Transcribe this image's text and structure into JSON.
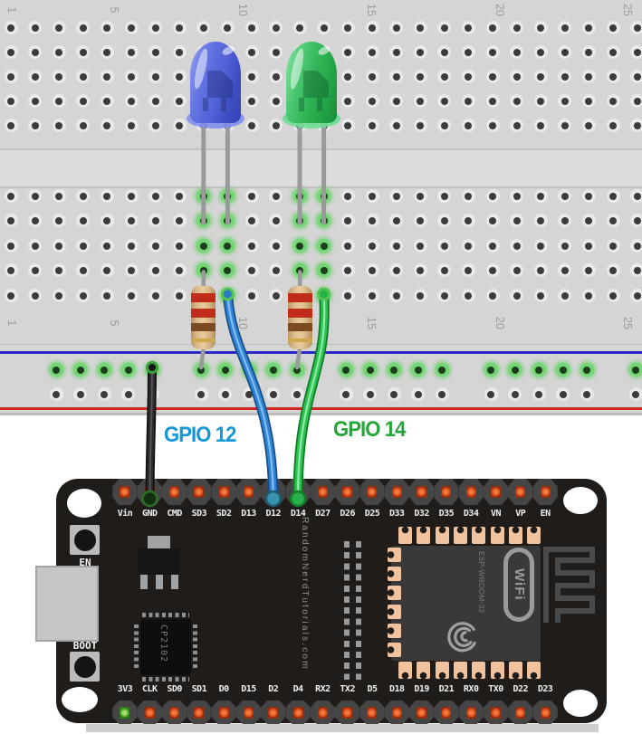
{
  "annotations": {
    "gpio12": {
      "text": "GPIO 12",
      "color": "#1598d8"
    },
    "gpio14": {
      "text": "GPIO 14",
      "color": "#27a53b"
    }
  },
  "breadboard": {
    "column_labels": [
      "1",
      "5",
      "10",
      "15",
      "20",
      "25"
    ],
    "rail_top_line_color": "#2a2ac8",
    "rail_bottom_line_color": "#d02525",
    "hole_highlight_color": "#74d574"
  },
  "esp32_board": {
    "top_pins": [
      "Vin",
      "GND",
      "CMD",
      "SD3",
      "SD2",
      "D13",
      "D12",
      "D14",
      "D27",
      "D26",
      "D25",
      "D33",
      "D32",
      "D35",
      "D34",
      "VN",
      "VP",
      "EN"
    ],
    "bottom_pins": [
      "3V3",
      "CLK",
      "SD0",
      "SD1",
      "D0",
      "D15",
      "D2",
      "D4",
      "RX2",
      "TX2",
      "D5",
      "D18",
      "D19",
      "D21",
      "RX0",
      "TX0",
      "D22",
      "D23"
    ],
    "en_button": "EN",
    "boot_button": "BOOT",
    "usb_chip": "CP2102",
    "silkscreen": "RandomNerdTutorials.com",
    "module_name": "ESP-WROOM-32",
    "wifi_logo": "WiFi",
    "pin_color": "#dd5222",
    "pin_3v3_color": "#63b53a"
  },
  "components": {
    "leds": [
      {
        "name": "blue-led",
        "color": "#5363d8"
      },
      {
        "name": "green-led",
        "color": "#2eb254"
      }
    ],
    "resistors": [
      {
        "name": "resistor-1",
        "bands": [
          "red",
          "red",
          "brown",
          "gold"
        ]
      },
      {
        "name": "resistor-2",
        "bands": [
          "red",
          "red",
          "brown",
          "gold"
        ]
      }
    ],
    "wires": [
      {
        "name": "gnd-wire",
        "color": "#2c2c2c",
        "to_pin": "GND"
      },
      {
        "name": "gpio12-wire",
        "color": "#2e83d6",
        "to_pin": "D12"
      },
      {
        "name": "gpio14-wire",
        "color": "#2cc24f",
        "to_pin": "D14"
      }
    ]
  }
}
